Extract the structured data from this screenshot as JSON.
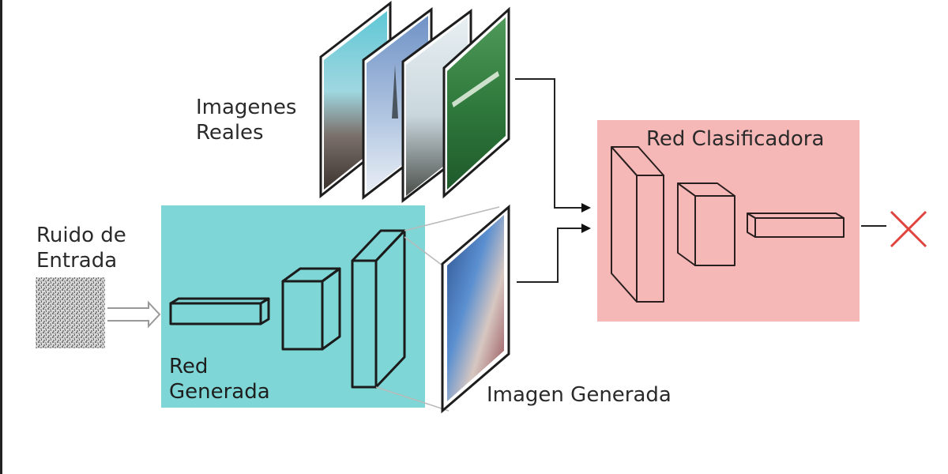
{
  "labels": {
    "real_images_line1": "Imagenes",
    "real_images_line2": "Reales",
    "input_noise_line1": "Ruido de",
    "input_noise_line2": "Entrada",
    "generator_line1": "Red",
    "generator_line2": "Generada",
    "generated_image": "Imagen Generada",
    "discriminator": "Red Clasificadora"
  },
  "colors": {
    "generator_box": "#7fd6d6",
    "discriminator_box": "#f6b7b7",
    "output_x": "#e0443e",
    "lines": "#222222"
  },
  "icons": {
    "output": "x-mark-icon",
    "input_arrow": "hollow-arrow-icon"
  }
}
